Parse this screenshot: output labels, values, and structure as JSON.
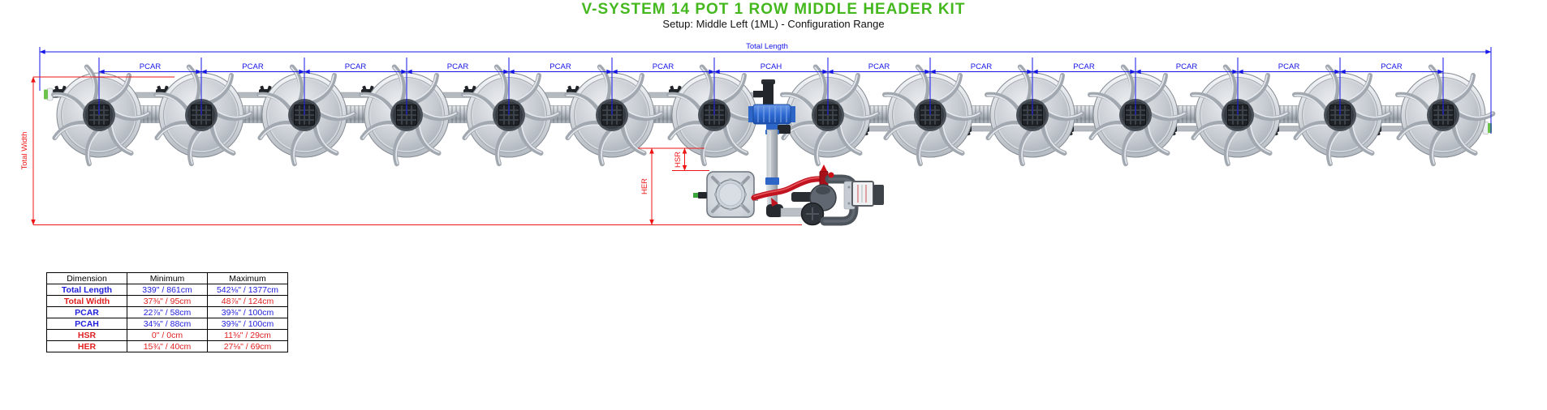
{
  "header": {
    "title": "V-SYSTEM 14 POT 1 ROW MIDDLE HEADER KIT",
    "subtitle": "Setup: Middle Left (1ML) - Configuration Range"
  },
  "diagram": {
    "pot_count": 14,
    "total_length_label": "Total Length",
    "total_width_label": "Total Width",
    "hsr_label": "HSR",
    "her_label": "HER",
    "segments": [
      "PCAR",
      "PCAR",
      "PCAR",
      "PCAR",
      "PCAR",
      "PCAR",
      "PCAH",
      "PCAR",
      "PCAR",
      "PCAR",
      "PCAR",
      "PCAR",
      "PCAR"
    ]
  },
  "table": {
    "headers": [
      "Dimension",
      "Minimum",
      "Maximum"
    ],
    "rows": [
      {
        "dimension": "Total Length",
        "minimum": "339\" / 861cm",
        "maximum": "542⅛\" / 1377cm"
      },
      {
        "dimension": "Total Width",
        "minimum": "37⅜\" / 95cm",
        "maximum": "48⅞\" / 124cm"
      },
      {
        "dimension": "PCAR",
        "minimum": "22⅞\" / 58cm",
        "maximum": "39⅜\" / 100cm"
      },
      {
        "dimension": "PCAH",
        "minimum": "34⅝\" / 88cm",
        "maximum": "39⅜\" / 100cm"
      },
      {
        "dimension": "HSR",
        "minimum": "0\" / 0cm",
        "maximum": "11⅜\" / 29cm"
      },
      {
        "dimension": "HER",
        "minimum": "15¾\" / 40cm",
        "maximum": "27⅛\" / 69cm"
      }
    ]
  },
  "colors": {
    "title_green": "#44b81e",
    "dimension_blue": "#1414e8",
    "dimension_red": "#ee1414",
    "table_blue": "#2020dd",
    "table_red": "#e02020"
  }
}
